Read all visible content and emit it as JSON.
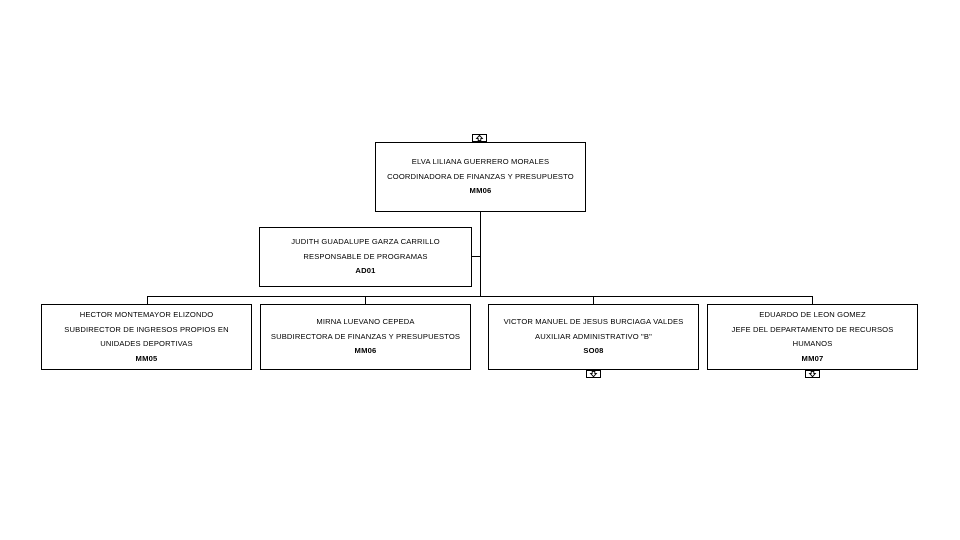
{
  "chart_meta": {
    "type": "org-chart",
    "background_color": "#FFFFFF",
    "line_color": "#000000",
    "box_fill": "#FFFFFF",
    "box_border": "#000000"
  },
  "nodes": {
    "root": {
      "name": "ELVA LILIANA GUERRERO MORALES",
      "title": "COORDINADORA DE FINANZAS Y PRESUPUESTO",
      "code": "MM06"
    },
    "assistant": {
      "name": "JUDITH GUADALUPE GARZA CARRILLO",
      "title": "RESPONSABLE DE PROGRAMAS",
      "code": "AD01"
    },
    "child1": {
      "name": "HECTOR MONTEMAYOR ELIZONDO",
      "title": "SUBDIRECTOR DE INGRESOS PROPIOS EN UNIDADES DEPORTIVAS",
      "code": "MM05"
    },
    "child2": {
      "name": "MIRNA LUEVANO CEPEDA",
      "title": "SUBDIRECTORA DE FINANZAS Y PRESUPUESTOS",
      "code": "MM06"
    },
    "child3": {
      "name": "VICTOR MANUEL DE JESUS BURCIAGA VALDES",
      "title": "AUXILIAR ADMINISTRATIVO \"B\"",
      "code": "SO08"
    },
    "child4": {
      "name": "EDUARDO DE LEON GOMEZ",
      "title": "JEFE DEL DEPARTAMENTO DE RECURSOS HUMANOS",
      "code": "MM07"
    }
  },
  "toggles": {
    "root_up": {
      "icon": "expand-up-icon",
      "direction": "up"
    },
    "child3_down": {
      "icon": "expand-down-icon",
      "direction": "down"
    },
    "child4_down": {
      "icon": "expand-down-icon",
      "direction": "down"
    }
  }
}
